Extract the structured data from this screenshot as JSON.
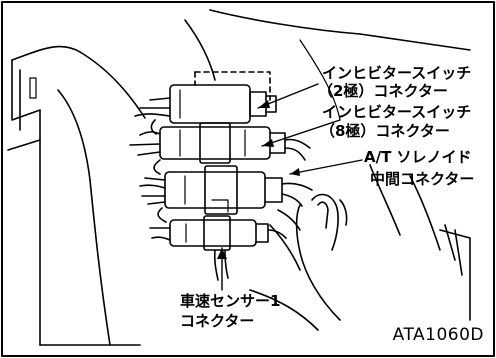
{
  "labels": {
    "inhibitor_2pole_line1": "インヒビタースイッチ",
    "inhibitor_2pole_line2": "（2極）コネクター",
    "inhibitor_8pole_line1": "インヒビタースイッチ",
    "inhibitor_8pole_line2": "（8極）コネクター",
    "solenoid_line1": "A/T ソレノイド",
    "solenoid_line2": "中間コネクター",
    "speed_sensor_line1": "車速センサー1",
    "speed_sensor_line2": "コネクター"
  },
  "figure_code": "ATA1060D"
}
